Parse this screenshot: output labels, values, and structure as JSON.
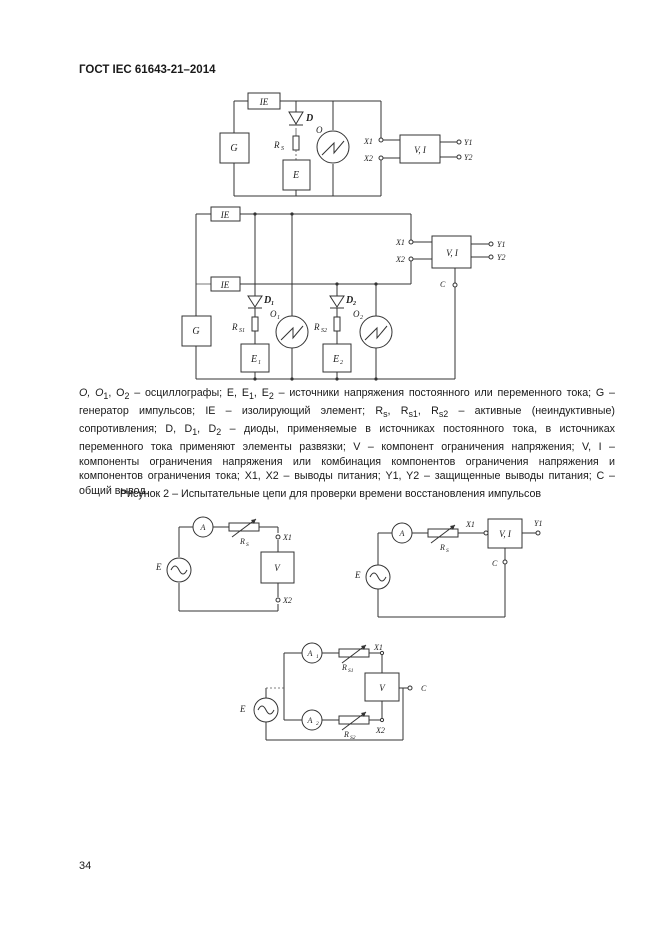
{
  "header": {
    "doc_id": "ГОСТ IEC 61643-21–2014"
  },
  "figure2": {
    "top": {
      "box_ie": "IE",
      "box_g": "G",
      "box_e": "E",
      "box_vi": "V, I",
      "label_d": "D",
      "label_rs": "R",
      "label_rs_sub": "S",
      "label_o": "O",
      "label_x1": "X1",
      "label_x2": "X2",
      "label_y1": "Y1",
      "label_y2": "Y2"
    },
    "bottom": {
      "box_ie1": "IE",
      "box_ie2": "IE",
      "box_g": "G",
      "box_e1": "E",
      "box_e1_sub": "1",
      "box_e2": "E",
      "box_e2_sub": "2",
      "box_vi": "V, I",
      "label_d1": "D",
      "label_d1_sub": "1",
      "label_d2": "D",
      "label_d2_sub": "2",
      "label_o1": "O",
      "label_o1_sub": "1",
      "label_o2": "O",
      "label_o2_sub": "2",
      "label_rs1": "R",
      "label_rs1_sub": "S1",
      "label_rs2": "R",
      "label_rs2_sub": "S2",
      "label_x1": "X1",
      "label_x2": "X2",
      "label_y1": "Y1",
      "label_y2": "Y2",
      "label_c": "C"
    }
  },
  "legend": {
    "p1": "O, O",
    "p1_sub": "1",
    "p2": ", O",
    "p2_sub": "2",
    "p3": " – осциллографы; E, E",
    "p3_sub": "1",
    "p4": ", E",
    "p4_sub": "2",
    "p5": " – источники напряжения постоянного или переменного тока; G – генератор импульсов; IE – изолирующий элемент; R",
    "p5_sub": "s",
    "p6": ", R",
    "p6_sub": "s1",
    "p7": ", R",
    "p7_sub": "s2",
    "p8": " – активные (неиндуктивные) сопротивления; D, D",
    "p8_sub": "1",
    "p9": ", D",
    "p9_sub": "2",
    "p10": " – диоды, применяемые в источниках постоянного тока, в источниках переменного тока применяют элементы развязки; V – компонент ограничения напряжения; V, I – компоненты ограничения напряжения или комбинация компонентов ограничения напряжения и компонентов ограничения тока; X1, X2 – выводы питания; Y1, Y2 – защищенные выводы питания; C – общий вывод."
  },
  "caption": "Рисунок 2 – Испытательные цепи для проверки времени восстановления импульсов",
  "figure3": {
    "left": {
      "meter_a": "A",
      "label_e": "E",
      "box_v": "V",
      "label_rs": "R",
      "label_rs_sub": "S",
      "label_x1": "X1",
      "label_x2": "X2"
    },
    "right": {
      "meter_a": "A",
      "label_e": "E",
      "box_vi": "V, I",
      "label_rs": "R",
      "label_rs_sub": "S",
      "label_x1": "X1",
      "label_y1": "Y1",
      "label_c": "C"
    },
    "bottom": {
      "meter_a1": "A",
      "meter_a1_sub": "1",
      "meter_a2": "A",
      "meter_a2_sub": "2",
      "label_e": "E",
      "box_v": "V",
      "label_rs1": "R",
      "label_rs1_sub": "S1",
      "label_rs2": "R",
      "label_rs2_sub": "S2",
      "label_x1": "X1",
      "label_x2": "X2",
      "label_c": "C"
    }
  },
  "page_number": "34"
}
